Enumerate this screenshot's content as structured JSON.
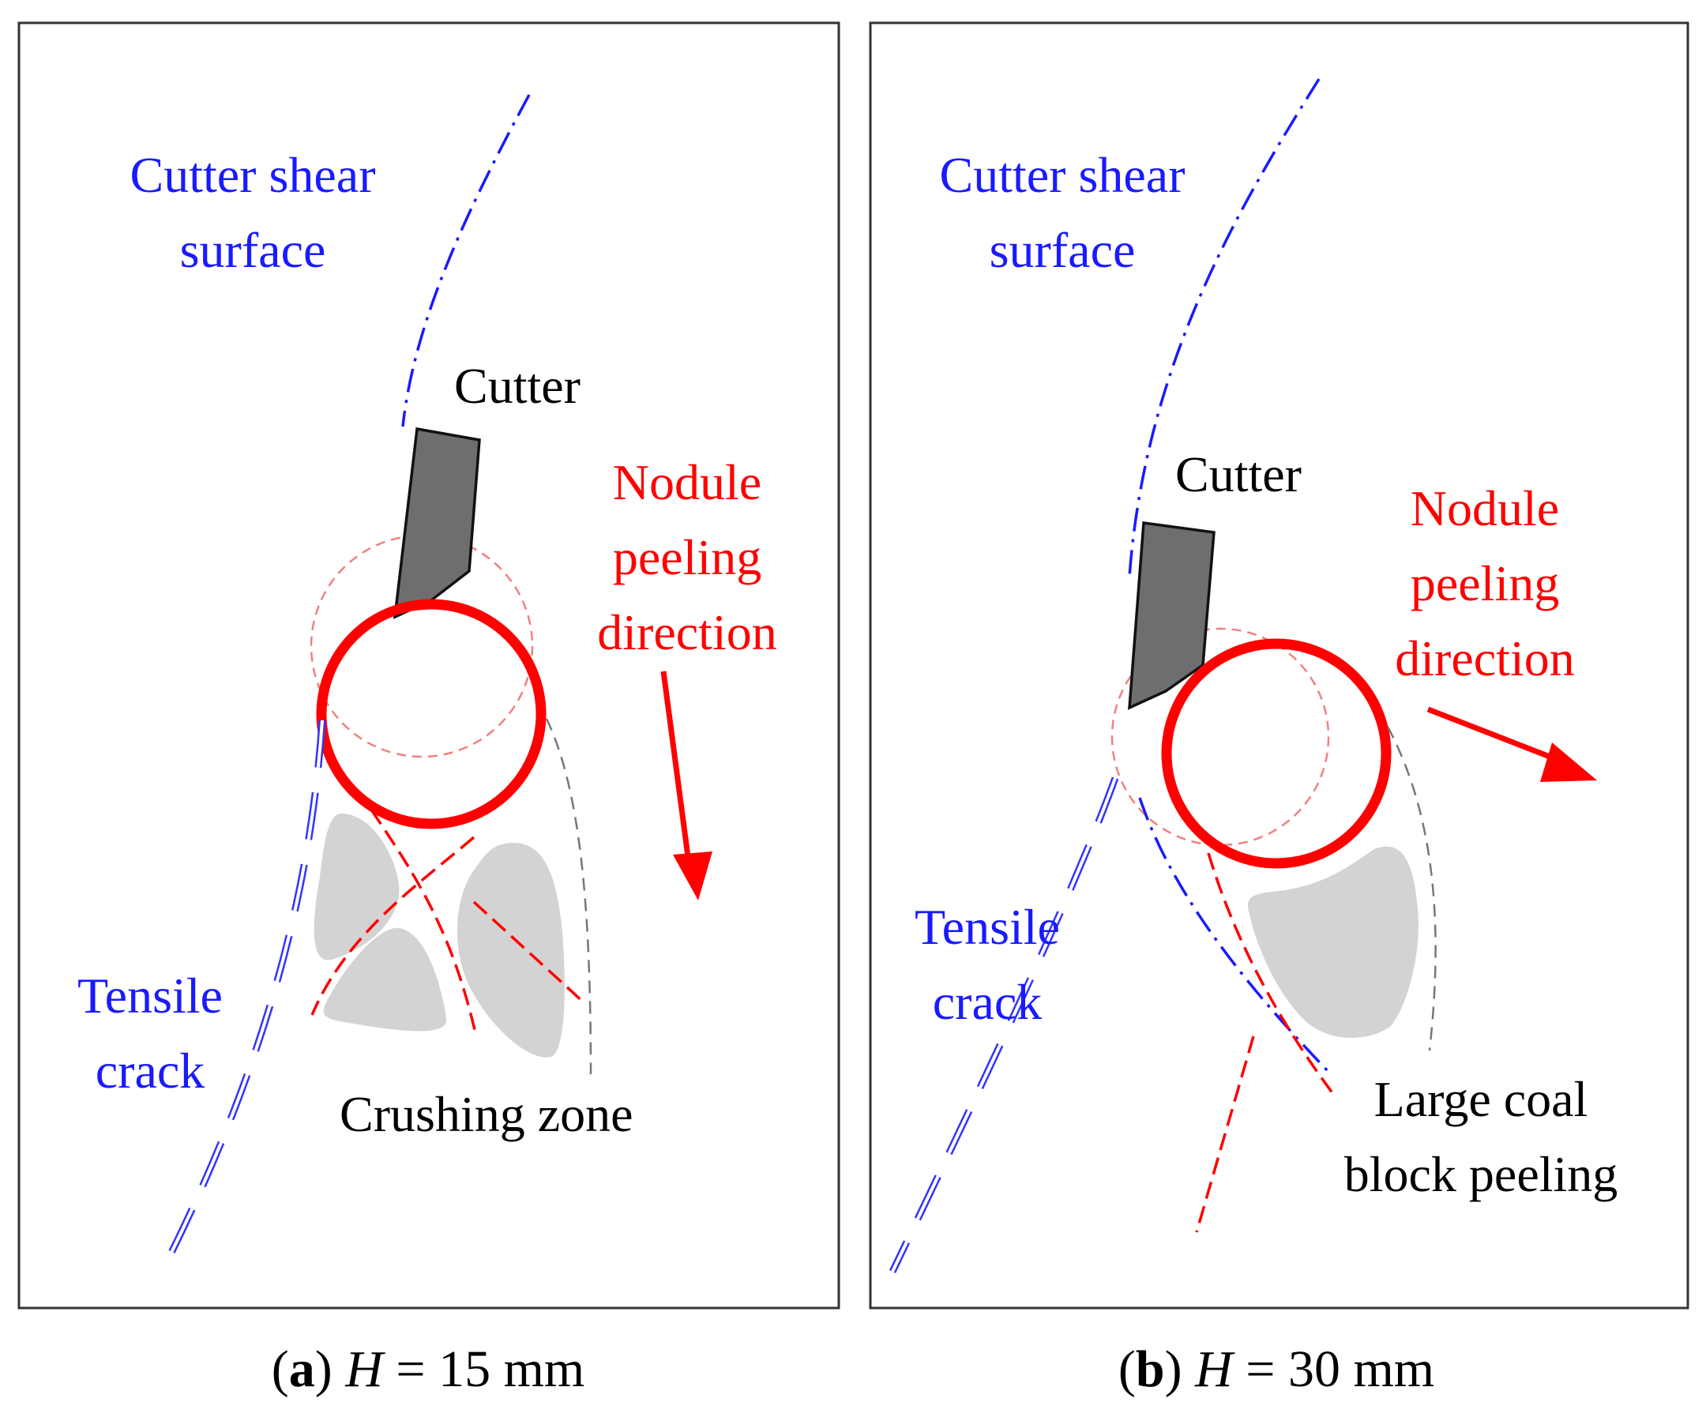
{
  "panels": [
    {
      "id": "a",
      "shear_label_1": "Cutter shear",
      "shear_label_2": "surface",
      "cutter_label": "Cutter",
      "direction_label_1": "Nodule",
      "direction_label_2": "peeling",
      "direction_label_3": "direction",
      "crack_label_1": "Tensile",
      "crack_label_2": "crack",
      "zone_label": "Crushing zone",
      "caption_letter": "a",
      "caption_var": "H",
      "caption_rest": " = 15 mm"
    },
    {
      "id": "b",
      "shear_label_1": "Cutter shear",
      "shear_label_2": "surface",
      "cutter_label": "Cutter",
      "direction_label_1": "Nodule",
      "direction_label_2": "peeling",
      "direction_label_3": "direction",
      "crack_label_1": "Tensile",
      "crack_label_2": "crack",
      "zone_label_1": "Large coal",
      "zone_label_2": "block peeling",
      "caption_letter": "b",
      "caption_var": "H",
      "caption_rest": " = 30 mm"
    }
  ],
  "colors": {
    "shear_surface": "#1a1aff",
    "crack": "#3333ff",
    "nodule": "#ff0000",
    "cutter": "#6e6e6e",
    "fragments": "#d3d3d3",
    "boundary": "#777777"
  }
}
